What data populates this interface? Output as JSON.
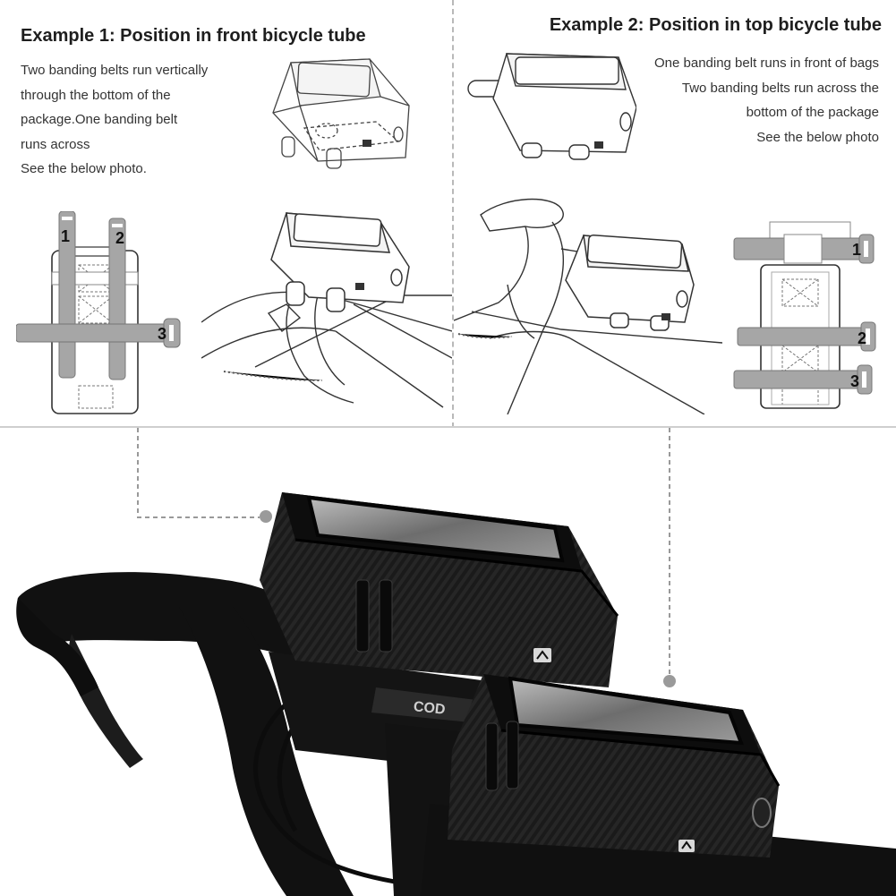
{
  "example1": {
    "title": "Example 1: Position in front bicycle tube",
    "description": [
      "Two banding belts run vertically",
      "through the bottom of the",
      "package.One banding belt",
      "runs across",
      "See the below photo."
    ],
    "belt_labels": [
      "1",
      "2",
      "3"
    ]
  },
  "example2": {
    "title": "Example 2: Position in top bicycle tube",
    "description": [
      "One banding belt runs in front of bags",
      "Two banding belts run across the",
      "bottom of the package",
      "See the below photo"
    ],
    "belt_labels": [
      "1",
      "2",
      "3"
    ]
  },
  "photo": {
    "stem_text": "COD",
    "colors": {
      "bag": "#161616",
      "screen": "#8a8a8a",
      "belt": "#a6a6a6"
    }
  }
}
